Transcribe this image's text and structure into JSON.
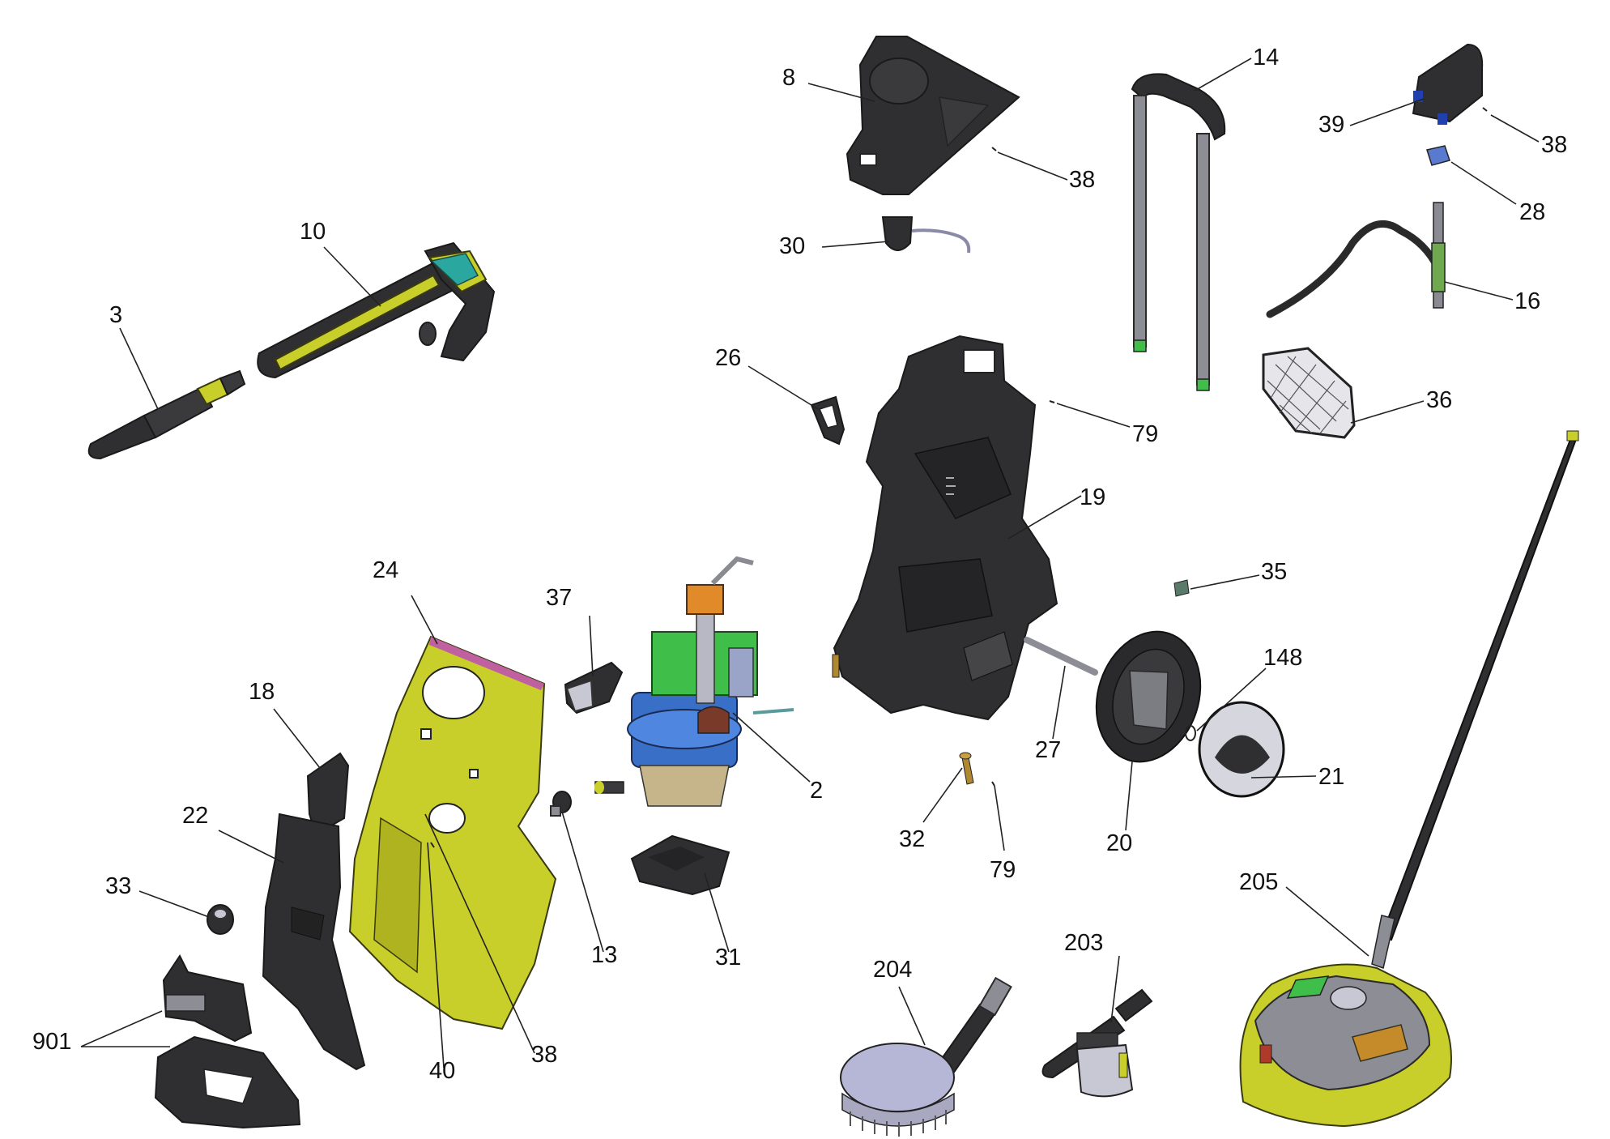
{
  "diagram": {
    "colors": {
      "housing_dark": "#2f2f31",
      "accent_yellow": "#c9cf2a",
      "metal_grey": "#8d8d95",
      "pump_blue": "#3a6fc8",
      "pump_green": "#3fbf4a",
      "motor_orange": "#e08a2a",
      "display_teal": "#2aa8a0"
    },
    "labels": {
      "p3": "3",
      "p10": "10",
      "p8": "8",
      "p38a": "38",
      "p30": "30",
      "p14": "14",
      "p39": "39",
      "p38b": "38",
      "p28": "28",
      "p16": "16",
      "p36": "36",
      "p26": "26",
      "p79a": "79",
      "p19": "19",
      "p35": "35",
      "p24": "24",
      "p37": "37",
      "p18": "18",
      "p2": "2",
      "p22": "22",
      "p33": "33",
      "p13": "13",
      "p31": "31",
      "p901": "901",
      "p40": "40",
      "p38c": "38",
      "p27": "27",
      "p148": "148",
      "p21": "21",
      "p32": "32",
      "p79b": "79",
      "p20": "20",
      "p205": "205",
      "p204": "204",
      "p203": "203"
    }
  }
}
